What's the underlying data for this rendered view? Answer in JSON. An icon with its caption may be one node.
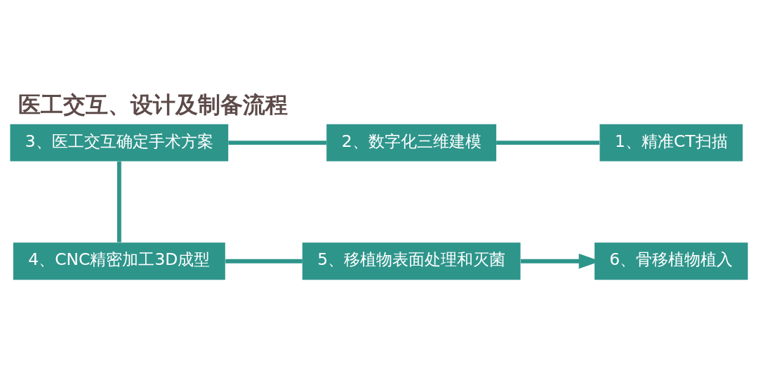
{
  "diagram": {
    "title": "医工交互、设计及制备流程",
    "nodes": [
      {
        "text": [
          "1、精准CT扫描"
        ]
      },
      {
        "text": [
          "2、数字化三维建模"
        ]
      },
      {
        "text": [
          "3、医工交互确定手术方案"
        ]
      },
      {
        "text": [
          "4、CNC精密加工3D成型"
        ]
      },
      {
        "text": [
          "5、移植物表面处理和灭菌"
        ]
      },
      {
        "text": [
          "6、骨移植物植入"
        ]
      }
    ],
    "edges": [
      {
        "from": 0,
        "to": 1,
        "arrow": "none"
      },
      {
        "from": 1,
        "to": 2,
        "arrow": "none"
      },
      {
        "from": 2,
        "to": 3,
        "arrow": "none"
      },
      {
        "from": 3,
        "to": 4,
        "arrow": "none"
      },
      {
        "from": 4,
        "to": 5,
        "arrow": "to"
      }
    ]
  }
}
